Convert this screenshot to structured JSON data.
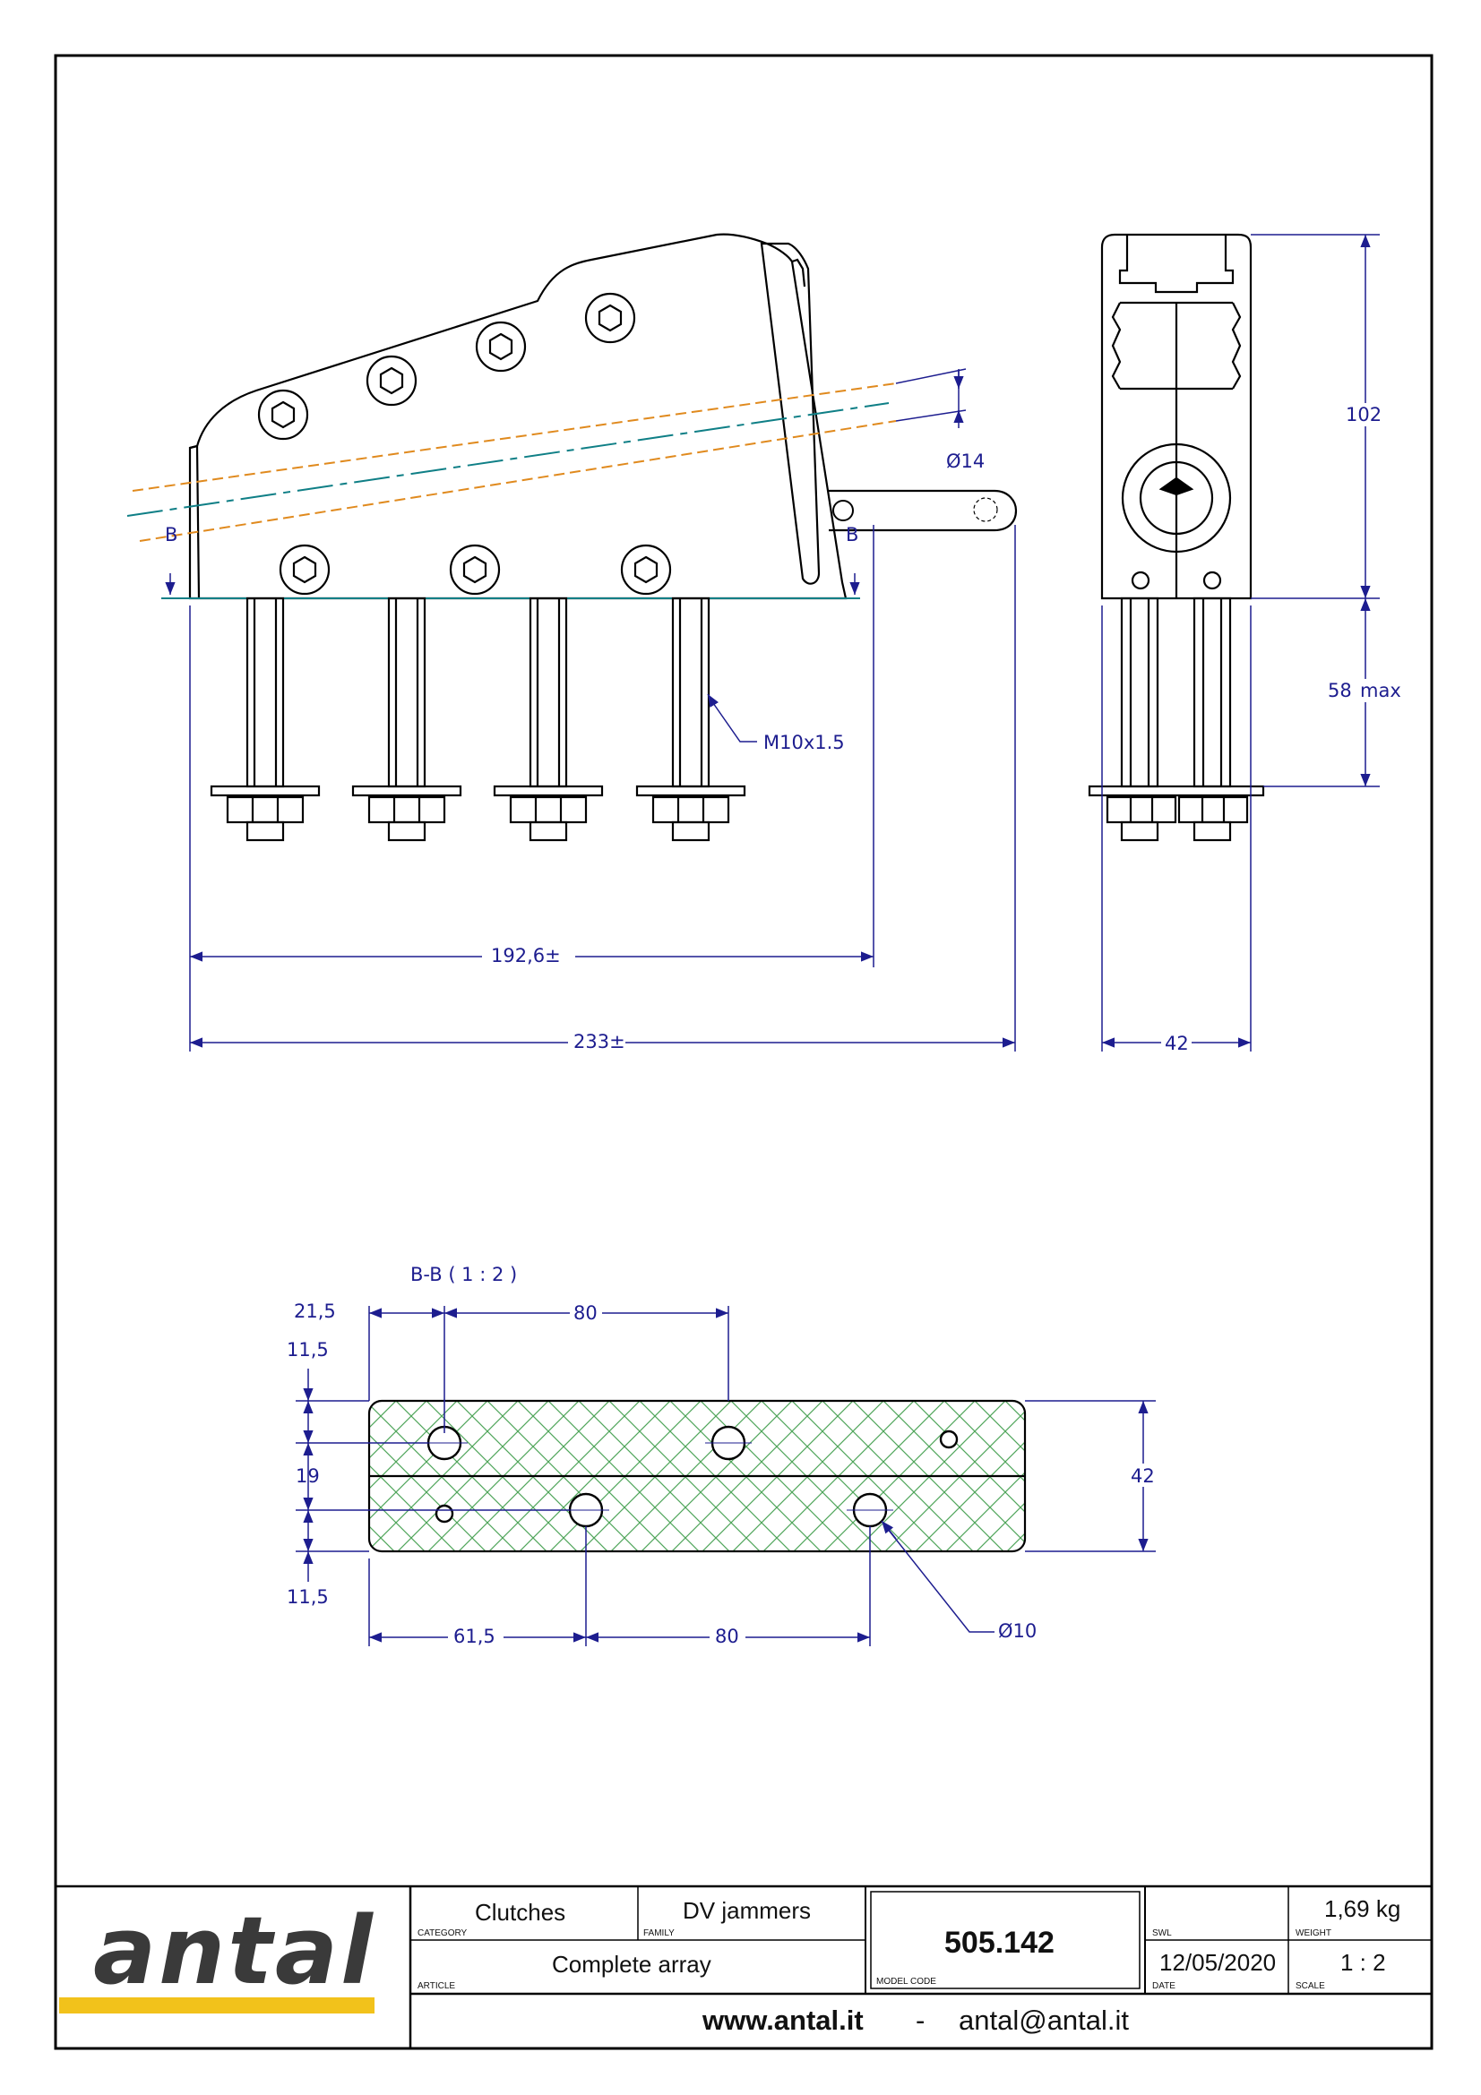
{
  "dimensions": {
    "d14": "Ø14",
    "thread": "M10x1.5",
    "len_192": "192,6±",
    "len_233": "233±",
    "h_102": "102",
    "h_58": "58",
    "h_58_unit": "max",
    "w_42_side": "42",
    "section_b_left": "B",
    "section_b_right": "B",
    "section_title": "B-B ( 1 : 2 )",
    "d_21_5": "21,5",
    "d_80_top": "80",
    "d_11_5_top": "11,5",
    "d_19": "19",
    "d_11_5_bottom": "11,5",
    "d_42_plate": "42",
    "d_61_5": "61,5",
    "d_80_bottom": "80",
    "d10": "Ø10"
  },
  "title_block": {
    "logo": "antal",
    "category_value": "Clutches",
    "category_label": "CATEGORY",
    "family_value": "DV jammers",
    "family_label": "FAMILY",
    "article_value": "Complete array",
    "article_label": "ARTICLE",
    "model_code": "505.142",
    "model_code_label": "MODEL CODE",
    "swl_label": "SWL",
    "swl_value": "",
    "weight_value": "1,69 kg",
    "weight_label": "WEIGHT",
    "date_value": "12/05/2020",
    "date_label": "DATE",
    "scale_value": "1 : 2",
    "scale_label": "SCALE",
    "website": "www.antal.it",
    "separator": "-",
    "email": "antal@antal.it"
  },
  "colors": {
    "frame": "#000000",
    "dimension": "#1d1d8f",
    "rope_center": "#0f7f86",
    "rope_edge": "#e08a1e",
    "hatch": "#4fa55a",
    "logo_bar": "#f2c21b"
  }
}
